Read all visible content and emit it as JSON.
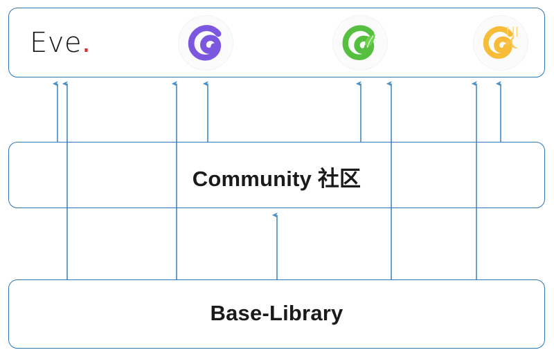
{
  "diagram": {
    "type": "layered-architecture-diagram",
    "background_color": "#ffffff",
    "box_border_color": "#2e75b6",
    "arrow_color": "#4a90c9",
    "layers": [
      {
        "id": "products",
        "name": "product-logos-row",
        "label": "",
        "items": [
          {
            "id": "eve",
            "name": "eve-logo",
            "text": "Eve",
            "punctuation": ".",
            "color": "#16161a",
            "accent_color": "#e02b2b"
          },
          {
            "id": "purple",
            "name": "g-logo-purple",
            "text": "",
            "color": "#7b57e0"
          },
          {
            "id": "green",
            "name": "g-logo-green-leaf",
            "text": "",
            "color": "#56bf3f",
            "accent_color": "#7ed957"
          },
          {
            "id": "yellow",
            "name": "g-logo-yellow-moon",
            "text": "",
            "color": "#f7bc38",
            "accent_color": "#ffd56b"
          }
        ]
      },
      {
        "id": "community",
        "name": "community-layer",
        "label": "Community 社区"
      },
      {
        "id": "base",
        "name": "base-library-layer",
        "label": "Base-Library"
      }
    ],
    "connectors": {
      "community_to_products": [
        83,
        300,
        521,
        723
      ],
      "base_to_products_passthrough": [
        97,
        255,
        565,
        688
      ],
      "base_to_community": [
        400
      ]
    }
  }
}
